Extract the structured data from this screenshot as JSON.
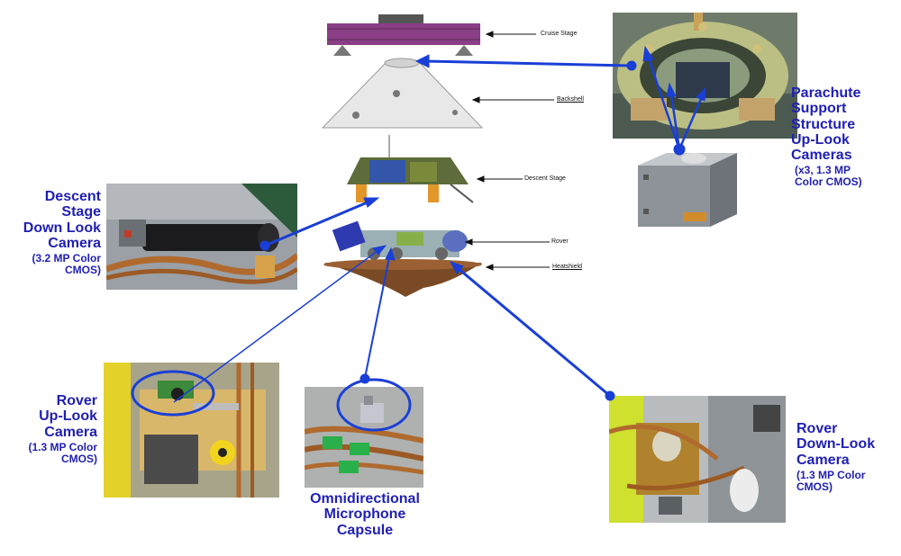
{
  "stack_labels": {
    "cruise": "Cruise Stage",
    "backshell": "Backshell",
    "descent": "Descent Stage",
    "rover": "Rover",
    "heatshield": "Heatshield"
  },
  "callouts": {
    "parachute": {
      "lines": [
        "Parachute",
        "Support",
        "Structure",
        "Up-Look",
        "Cameras"
      ],
      "spec": [
        "(x3, 1.3 MP",
        "Color CMOS)"
      ]
    },
    "descent_cam": {
      "lines": [
        "Descent",
        "Stage",
        "Down Look",
        "Camera"
      ],
      "spec": [
        "(3.2 MP Color",
        "CMOS)"
      ]
    },
    "rover_up": {
      "lines": [
        "Rover",
        "Up-Look",
        "Camera"
      ],
      "spec": [
        "(1.3 MP Color",
        "CMOS)"
      ]
    },
    "microphone": {
      "lines": [
        "Omnidirectional",
        "Microphone",
        "Capsule"
      ]
    },
    "rover_down": {
      "lines": [
        "Rover",
        "Down-Look",
        "Camera"
      ],
      "spec": [
        "(1.3 MP Color",
        "CMOS)"
      ]
    }
  },
  "colors": {
    "callout_text": "#1f1fb4",
    "leader_line": "#1a3fd6",
    "cruise_stage": "#8a3e86",
    "heatshield": "#7a4a26",
    "backshell": "#e8e8e8"
  }
}
